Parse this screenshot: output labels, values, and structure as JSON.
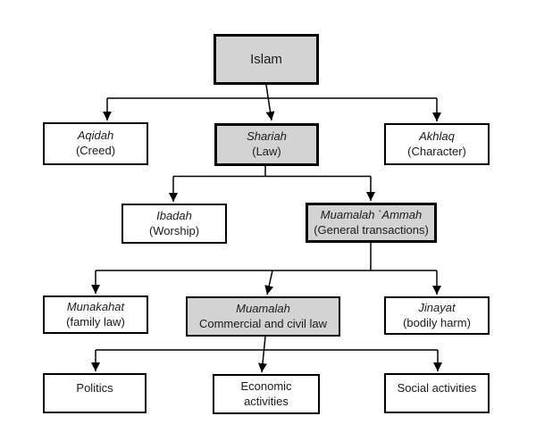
{
  "diagram": {
    "type": "flowchart-hierarchy",
    "subject": "Structure of Islam and Islamic law",
    "colors": {
      "background": "#ffffff",
      "node_fill_default": "#ffffff",
      "node_fill_highlight": "#d3d3d3",
      "node_border": "#000000",
      "connector": "#000000",
      "text": "#1a1a1a"
    },
    "nodes": {
      "islam": {
        "name": "Islam",
        "highlighted": true
      },
      "aqidah": {
        "name": "Aqidah",
        "gloss": "(Creed)",
        "highlighted": false
      },
      "shariah": {
        "name": "Shariah",
        "gloss": "(Law)",
        "highlighted": true
      },
      "akhlaq": {
        "name": "Akhlaq",
        "gloss": "(Character)",
        "highlighted": false
      },
      "ibadah": {
        "name": "Ibadah",
        "gloss": "(Worship)",
        "highlighted": false
      },
      "muamalah_ammah": {
        "name": "Muamalah  `Ammah",
        "gloss": "(General transactions)",
        "highlighted": true
      },
      "munakahat": {
        "name": "Munakahat",
        "gloss": "(family law)",
        "highlighted": false
      },
      "muamalah": {
        "name": "Muamalah",
        "gloss": "Commercial and civil law",
        "highlighted": true
      },
      "jinayat": {
        "name": "Jinayat",
        "gloss": "(bodily harm)",
        "highlighted": false
      },
      "politics": {
        "name": "Politics",
        "highlighted": false
      },
      "economic": {
        "name_line1": "Economic",
        "name_line2": "activities",
        "highlighted": false
      },
      "social": {
        "name": "Social activities",
        "highlighted": false
      }
    },
    "edges": [
      {
        "from": "islam",
        "to": "aqidah"
      },
      {
        "from": "islam",
        "to": "shariah"
      },
      {
        "from": "islam",
        "to": "akhlaq"
      },
      {
        "from": "shariah",
        "to": "ibadah"
      },
      {
        "from": "shariah",
        "to": "muamalah_ammah"
      },
      {
        "from": "muamalah_ammah",
        "to": "munakahat"
      },
      {
        "from": "muamalah_ammah",
        "to": "muamalah"
      },
      {
        "from": "muamalah_ammah",
        "to": "jinayat"
      },
      {
        "from": "muamalah",
        "to": "politics"
      },
      {
        "from": "muamalah",
        "to": "economic"
      },
      {
        "from": "muamalah",
        "to": "social"
      }
    ]
  }
}
